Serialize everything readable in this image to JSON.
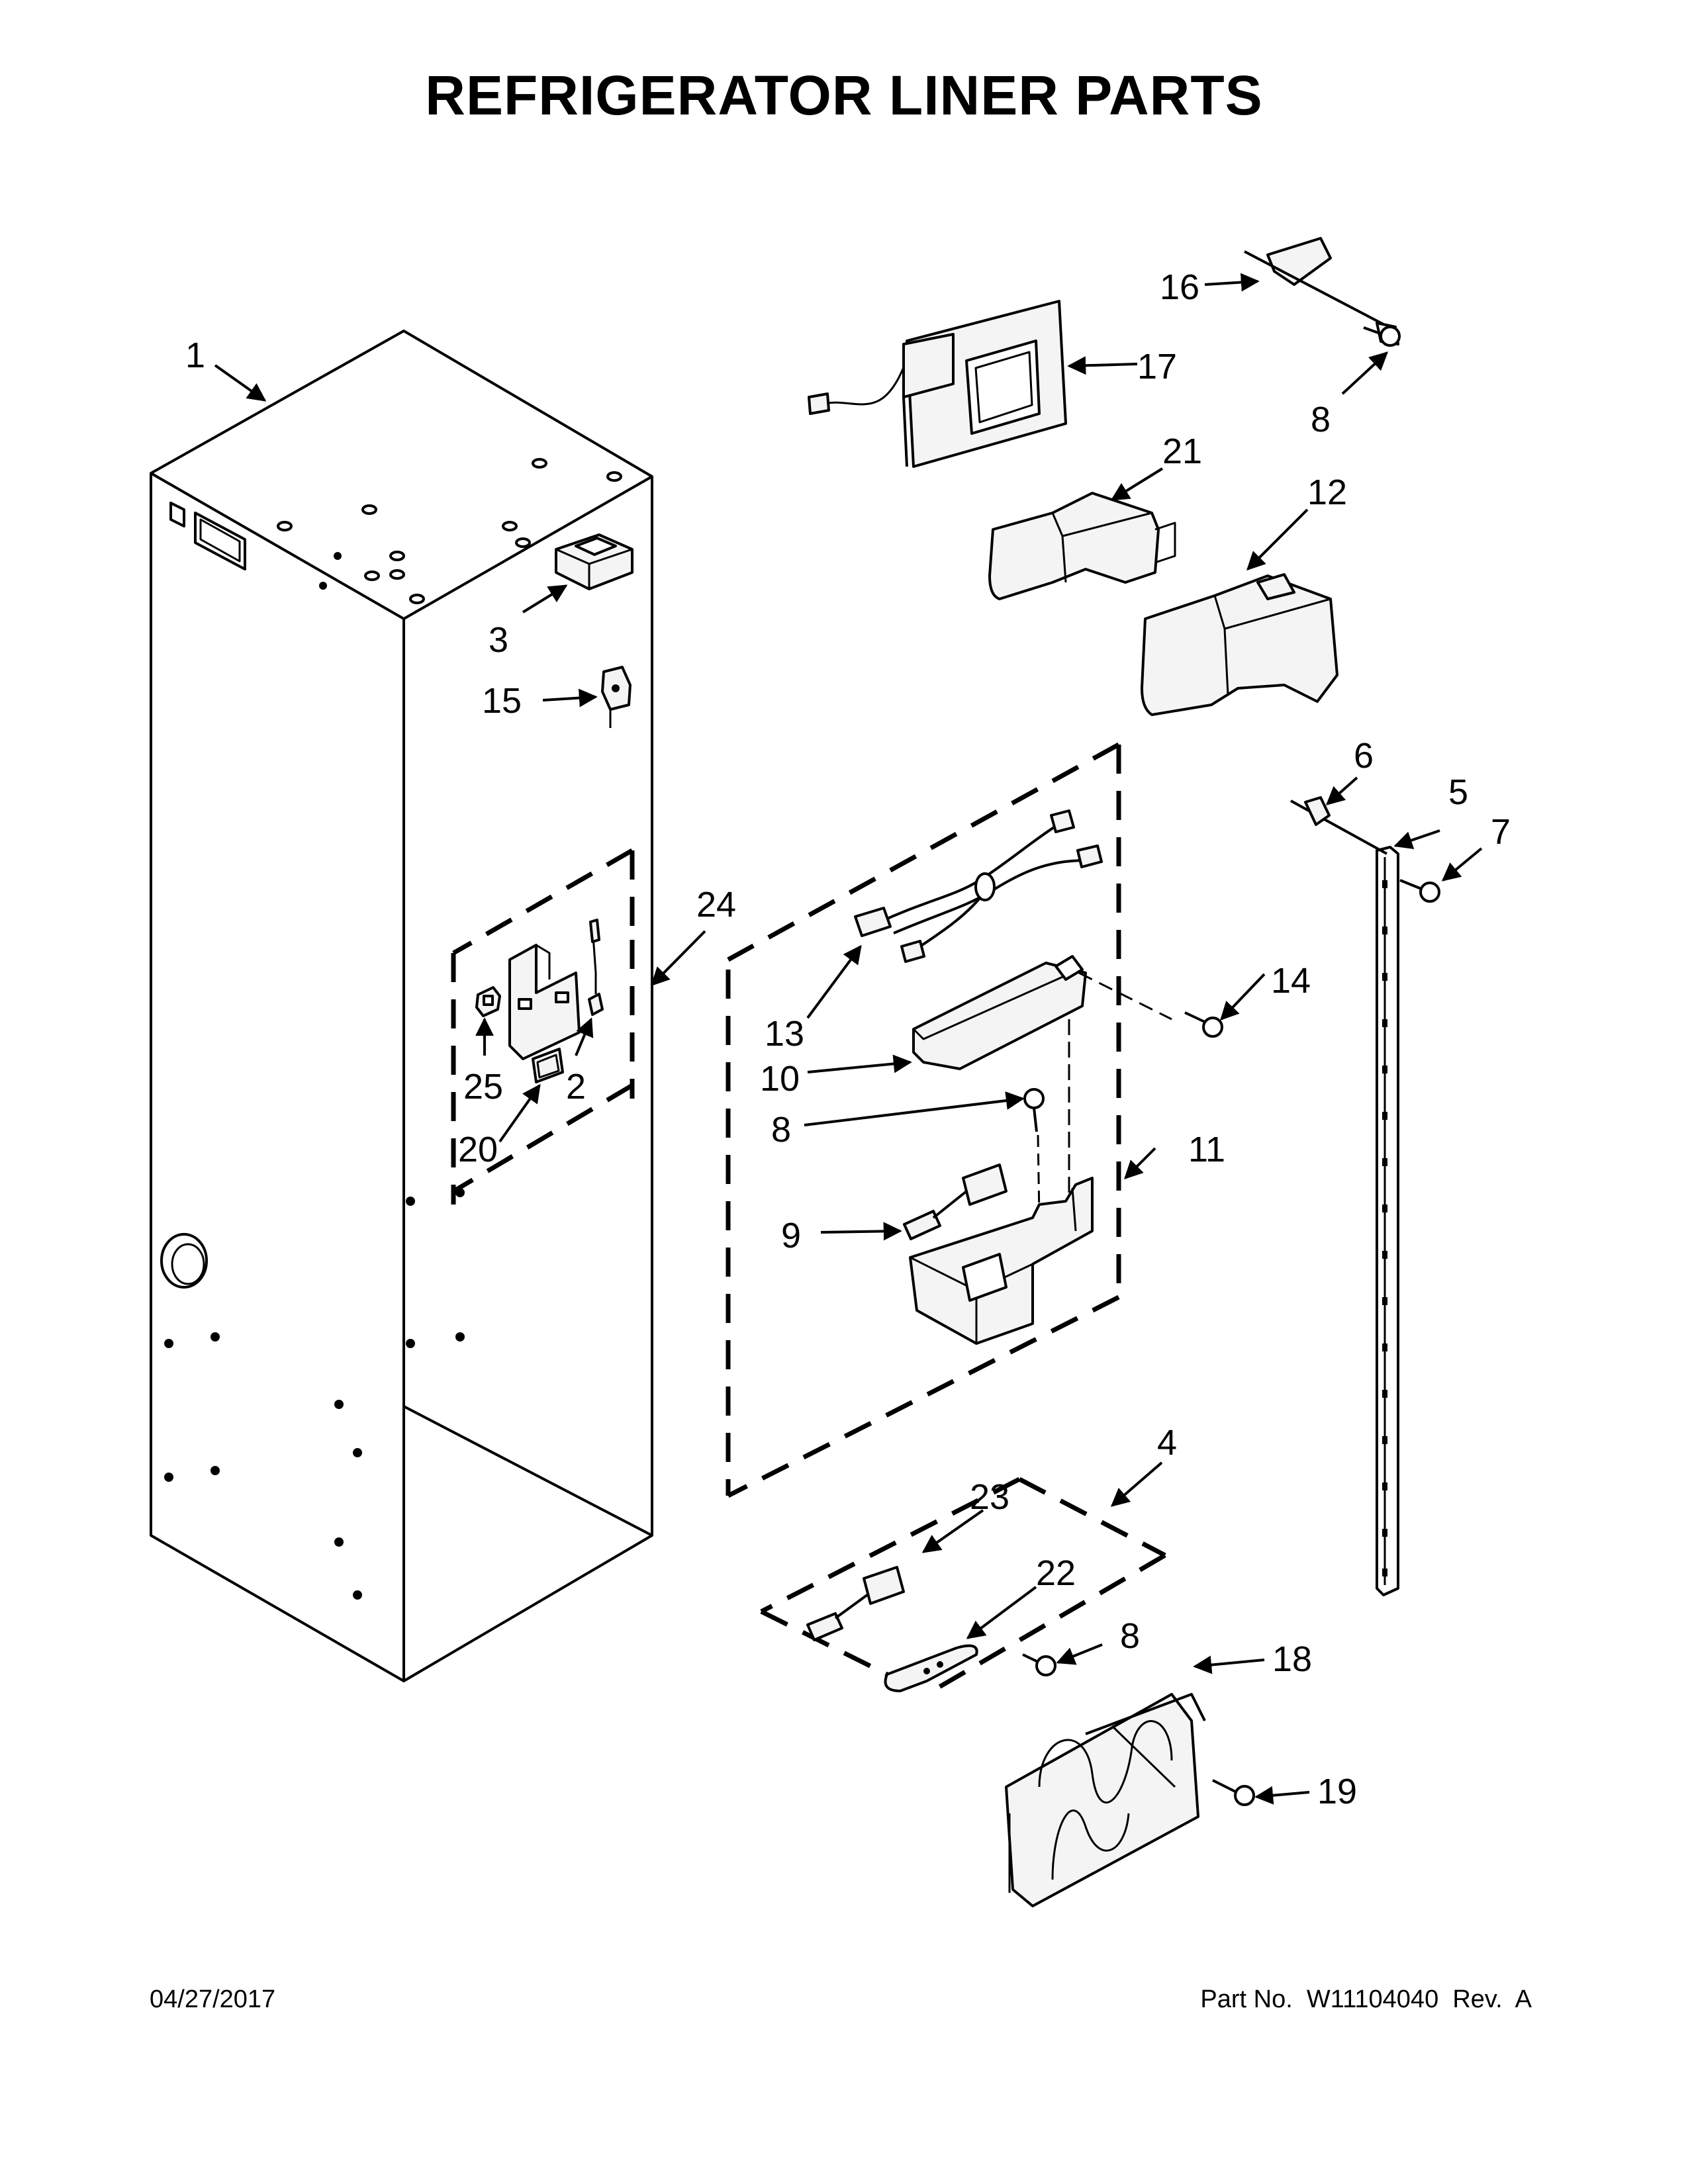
{
  "title": "REFRIGERATOR LINER PARTS",
  "footer": {
    "date": "04/27/2017",
    "part_number": "Part No.  W11104040  Rev.  A"
  },
  "callouts": {
    "c1": "1",
    "c2": "2",
    "c3": "3",
    "c4": "4",
    "c5": "5",
    "c6": "6",
    "c7": "7",
    "c8a": "8",
    "c8b": "8",
    "c8c": "8",
    "c9": "9",
    "c10": "10",
    "c11": "11",
    "c12": "12",
    "c13": "13",
    "c14": "14",
    "c15": "15",
    "c16": "16",
    "c17": "17",
    "c18": "18",
    "c19": "19",
    "c20": "20",
    "c21": "21",
    "c22": "22",
    "c23": "23",
    "c24": "24",
    "c25": "25"
  }
}
